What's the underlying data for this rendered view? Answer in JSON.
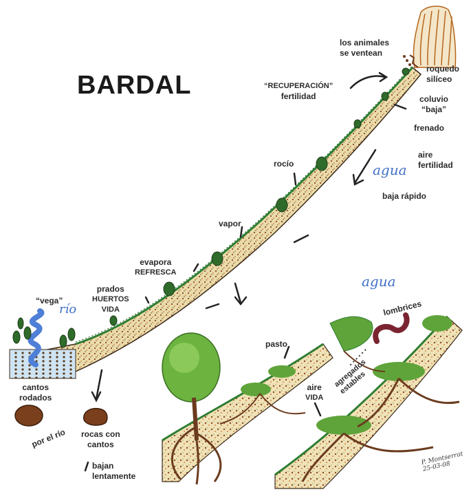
{
  "title": "BARDAL",
  "labels": {
    "animales": [
      "los animales",
      "se ventean"
    ],
    "roquedo": [
      "roquedo",
      "silíceo"
    ],
    "recuperacion": [
      "“RECUPERACIÓN”",
      "fertilidad"
    ],
    "coluvio": [
      "coluvio",
      "“baja”"
    ],
    "frenado": "frenado",
    "aire_fertilidad": [
      "aire",
      "fertilidad"
    ],
    "agua_top": "agua",
    "baja_rapido": "baja rápido",
    "rocio": "rocío",
    "vapor": "vapor",
    "evapora": [
      "evapora",
      "REFRESCA"
    ],
    "prados": [
      "prados",
      "HUERTOS",
      "VIDA"
    ],
    "vega": "“vega”",
    "rio": "río",
    "cantos": [
      "cantos",
      "rodados"
    ],
    "por_el_rio": "por el río",
    "rocas": [
      "rocas con",
      "cantos"
    ],
    "bajan": [
      "bajan",
      "lentamente"
    ],
    "pasto": "pasto",
    "agua_bottom": "agua",
    "lombrices": "lombrices",
    "agregados": [
      "agregados",
      "estables"
    ],
    "aire_vida": [
      "aire",
      "VIDA"
    ],
    "signature": [
      "P. Montserrat",
      "25-03-08"
    ]
  },
  "colors": {
    "soil": "#e8d9a8",
    "soil_dots": "#8a4a22",
    "grass": "#2e7d32",
    "tree_green": "#5fa43a",
    "trunk": "#6b3b1f",
    "water": "#4f7fd6",
    "rock": "#d9a066",
    "text": "#2a2a2a"
  }
}
